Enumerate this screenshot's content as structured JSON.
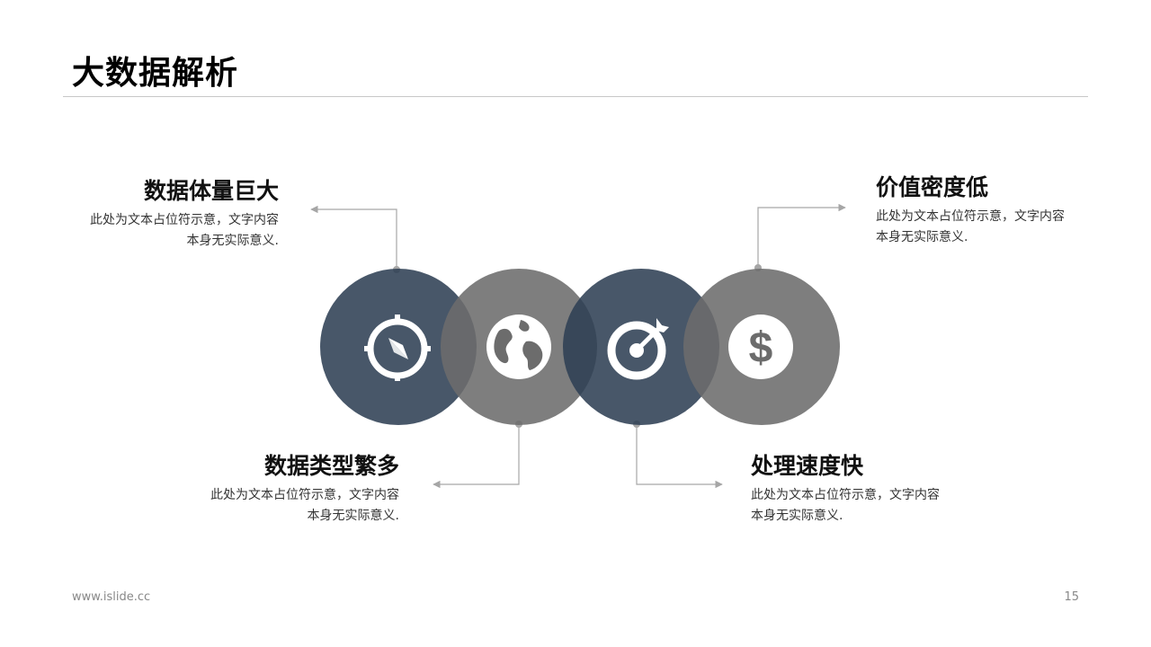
{
  "slide": {
    "title": "大数据解析",
    "footer_url": "www.islide.cc",
    "page_number": "15"
  },
  "items": [
    {
      "title": "数据体量巨大",
      "desc_line1": "此处为文本占位符示意，文字内容",
      "desc_line2": "本身无实际意义.",
      "icon": "compass-icon"
    },
    {
      "title": "数据类型繁多",
      "desc_line1": "此处为文本占位符示意，文字内容",
      "desc_line2": "本身无实际意义.",
      "icon": "globe-icon"
    },
    {
      "title": "处理速度快",
      "desc_line1": "此处为文本占位符示意，文字内容",
      "desc_line2": "本身无实际意义.",
      "icon": "target-icon"
    },
    {
      "title": "价值密度低",
      "desc_line1": "此处为文本占位符示意，文字内容",
      "desc_line2": "本身无实际意义.",
      "icon": "dollar-icon"
    }
  ],
  "colors": {
    "navy": "#2f4054",
    "gray": "#6c6c6c",
    "connector": "#a6a6a6"
  }
}
